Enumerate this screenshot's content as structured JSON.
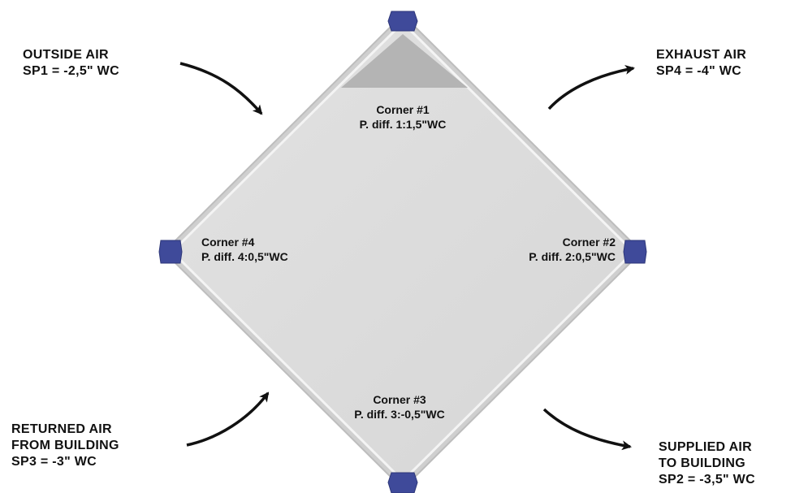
{
  "airflows": {
    "outside_air": {
      "line1": "OUTSIDE AIR",
      "line2": "SP1 = -2,5\" WC"
    },
    "exhaust_air": {
      "line1": "EXHAUST AIR",
      "line2": "SP4 = -4\" WC"
    },
    "returned_air": {
      "line1": "RETURNED AIR",
      "line2": "FROM BUILDING",
      "line3": "SP3 = -3\" WC"
    },
    "supplied_air": {
      "line1": "SUPPLIED AIR",
      "line2": "TO BUILDING",
      "line3": "SP2 = -3,5\" WC"
    }
  },
  "corners": {
    "corner_1": {
      "title": "Corner #1",
      "pdiff": "P. diff. 1:1,5\"WC"
    },
    "corner_2": {
      "title": "Corner #2",
      "pdiff": "P. diff. 2:0,5\"WC"
    },
    "corner_3": {
      "title": "Corner #3",
      "pdiff": "P. diff. 3:-0,5\"WC"
    },
    "corner_4": {
      "title": "Corner #4",
      "pdiff": "P. diff. 4:0,5\"WC"
    }
  },
  "colors": {
    "plate_fill": "#dcdcdc",
    "plate_edge": "#c8c8c8",
    "corner_block": "#3f4a9a",
    "top_wedge": "#b4b4b4",
    "arrow": "#111111"
  }
}
